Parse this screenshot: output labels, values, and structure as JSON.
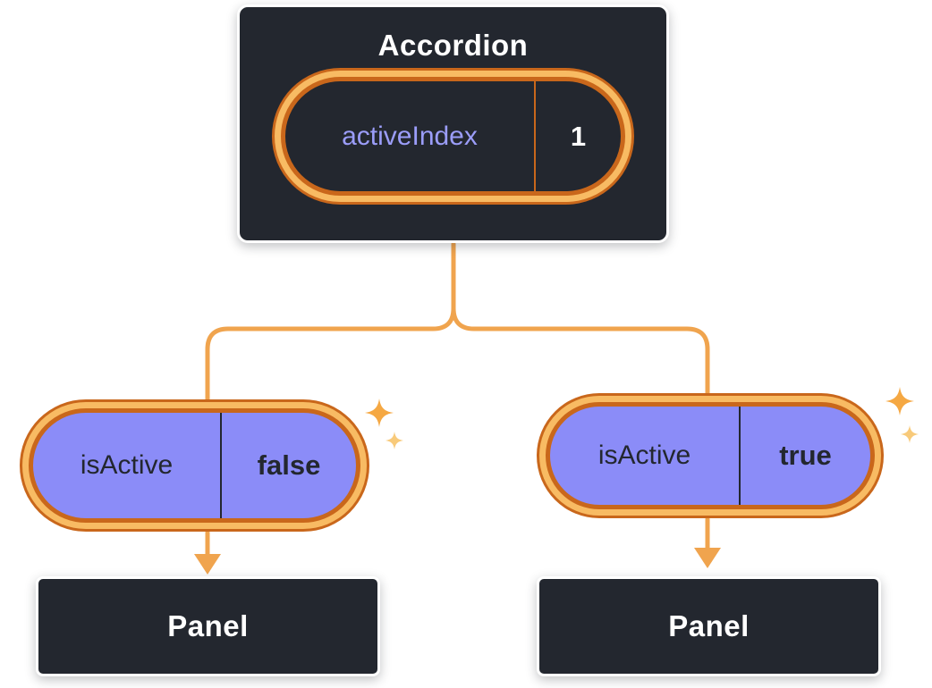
{
  "tree": {
    "root": {
      "title": "Accordion",
      "state": {
        "key": "activeIndex",
        "value": "1"
      }
    },
    "children": [
      {
        "prop": {
          "key": "isActive",
          "value": "false"
        },
        "panel": {
          "label": "Panel"
        }
      },
      {
        "prop": {
          "key": "isActive",
          "value": "true"
        },
        "panel": {
          "label": "Panel"
        }
      }
    ]
  },
  "icons": {
    "sparkle": "✦"
  },
  "colors": {
    "node_bg": "#23272F",
    "node_border": "#FFFFFF",
    "wire": "#F0A44E",
    "ring_dark": "#C9671B",
    "ring_light": "#F8BB63",
    "state_pill_fill": "#23272F",
    "prop_pill_fill": "#8B8CF8",
    "state_key_text": "#9B9DF9",
    "state_value_text": "#FFFFFF",
    "prop_text": "#23272F",
    "title_text": "#FFFFFF",
    "sparkle_big": "#F5A843",
    "sparkle_small": "#F8CA7A"
  }
}
